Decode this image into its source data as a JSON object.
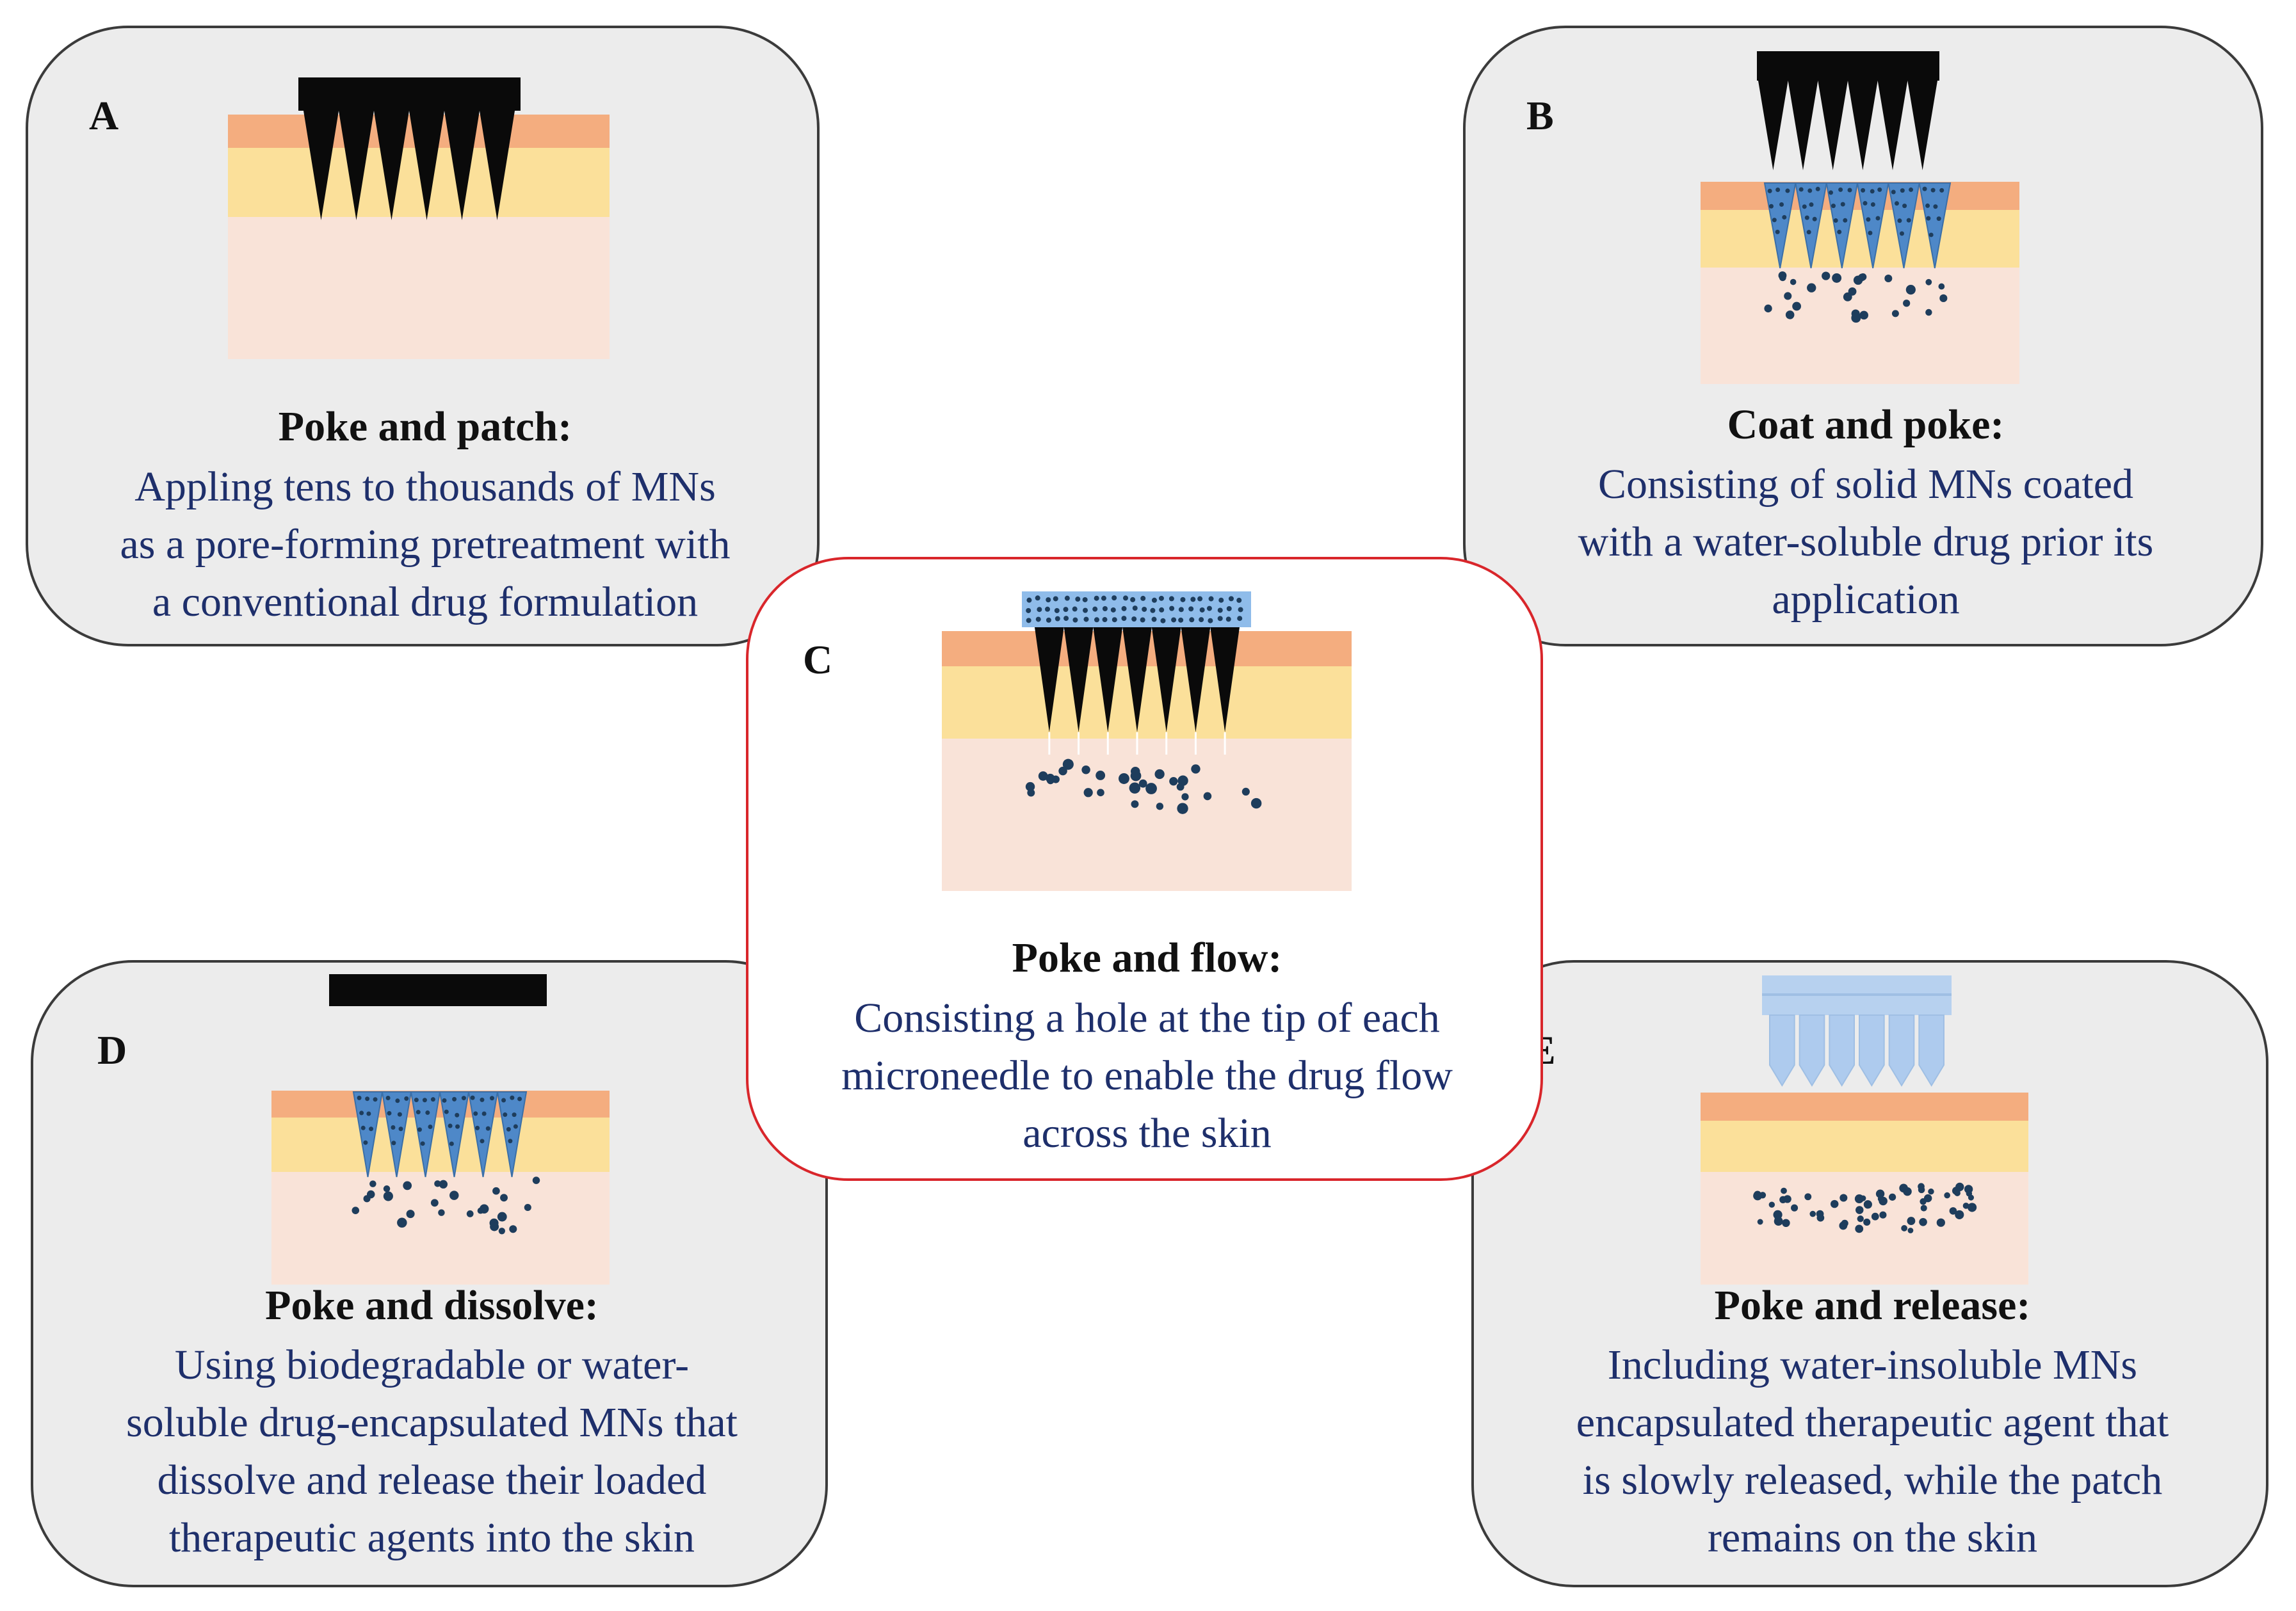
{
  "colors": {
    "panel_fill": "#ececec",
    "panel_border": "#3b3b3b",
    "center_border": "#d9262b",
    "text_description": "#1e2f6b",
    "skin_epidermis": "#f4ad7f",
    "skin_dermis": "#fbe09a",
    "skin_hypodermis": "#f9e3d8",
    "needle_solid": "#0a0a0a",
    "drug_blue": "#4e88c8",
    "drug_dot": "#1e3d5c"
  },
  "panels": {
    "A": {
      "letter": "A",
      "title": "Poke and patch:",
      "lines": [
        "Appling tens to thousands of MNs",
        "as a pore-forming pretreatment with",
        "a conventional drug formulation"
      ]
    },
    "B": {
      "letter": "B",
      "title": "Coat and poke:",
      "lines": [
        "Consisting of solid MNs coated",
        "with a water-soluble drug prior its",
        "application"
      ]
    },
    "C": {
      "letter": "C",
      "title": "Poke and flow:",
      "lines": [
        "Consisting a hole at the tip of each",
        "microneedle to enable the drug flow",
        "across the skin"
      ]
    },
    "D": {
      "letter": "D",
      "title": "Poke and dissolve:",
      "lines": [
        "Using biodegradable or water-",
        "soluble drug-encapsulated MNs that",
        "dissolve and release their loaded",
        "therapeutic agents into the skin"
      ]
    },
    "E": {
      "letter": "E",
      "title": "Poke and release:",
      "lines": [
        "Including water-insoluble MNs",
        "encapsulated therapeutic agent that",
        "is slowly released, while the patch",
        "remains on the skin"
      ]
    }
  }
}
